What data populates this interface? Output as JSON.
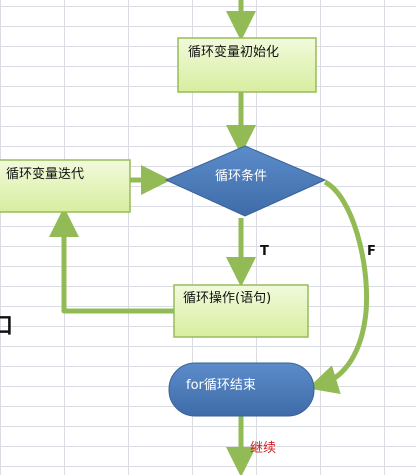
{
  "nodes": {
    "init": "循环变量初始化",
    "condition": "循环条件",
    "body": "循环操作(语句)",
    "iterate": "循环变量迭代",
    "end": "for循环结束"
  },
  "edge_labels": {
    "true": "T",
    "false": "F",
    "continue": "继续"
  },
  "partial_text": "口",
  "colors": {
    "box_fill": "#e6f5c6",
    "box_stroke": "#97bb5a",
    "arrow": "#93bb55",
    "decision_fill": "#4f7fbd",
    "terminal_fill": "#4f7fbd",
    "continue_text": "#d22222"
  }
}
